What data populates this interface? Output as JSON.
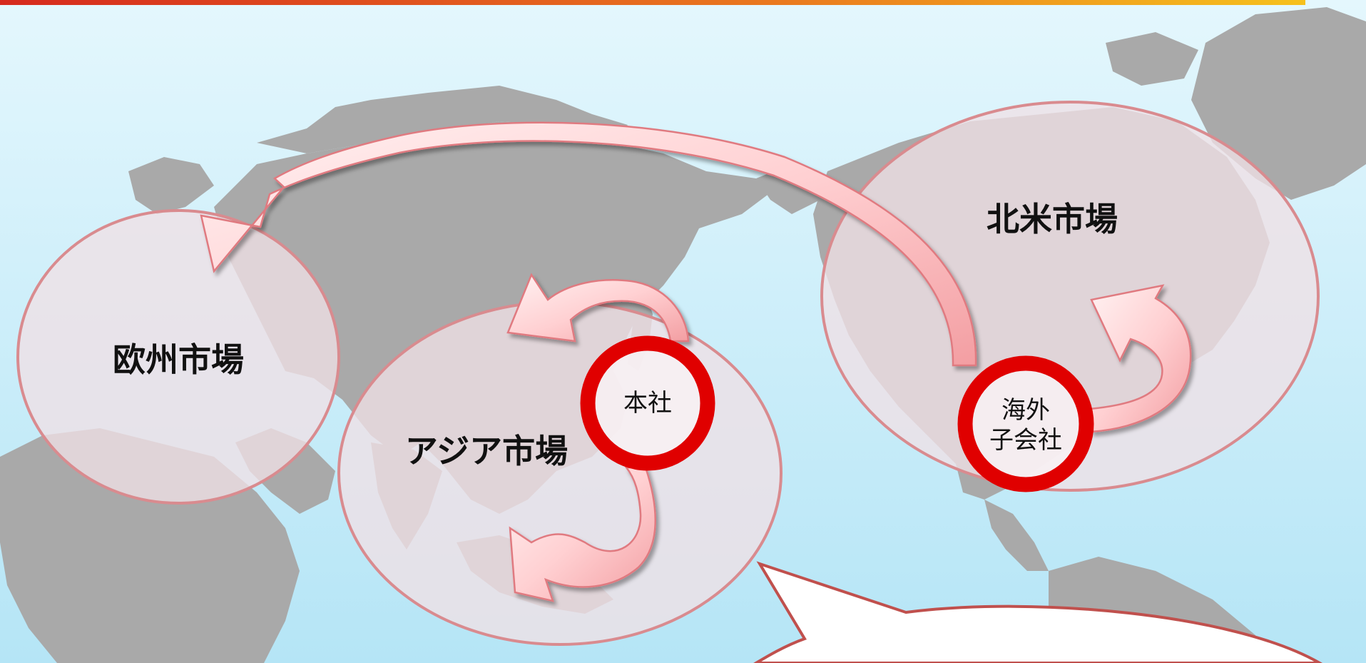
{
  "markets": {
    "europe": "欧州市場",
    "asia": "アジア市場",
    "north_america": "北米市場"
  },
  "nodes": {
    "headquarters": "本社",
    "subsidiary_line1": "海外",
    "subsidiary_line2": "子会社"
  },
  "colors": {
    "ocean_top": "#e4f7fd",
    "ocean_bottom": "#b7e6f6",
    "land": "#a9a9a9",
    "region_fill": "#efe0e6",
    "region_stroke": "#d98b8f",
    "arrow_fill_light": "#ffe6e6",
    "arrow_fill_dark": "#f5a3a6",
    "node_ring": "#e00000",
    "top_bar_start": "#d62a1e",
    "top_bar_end": "#f5b51c"
  }
}
